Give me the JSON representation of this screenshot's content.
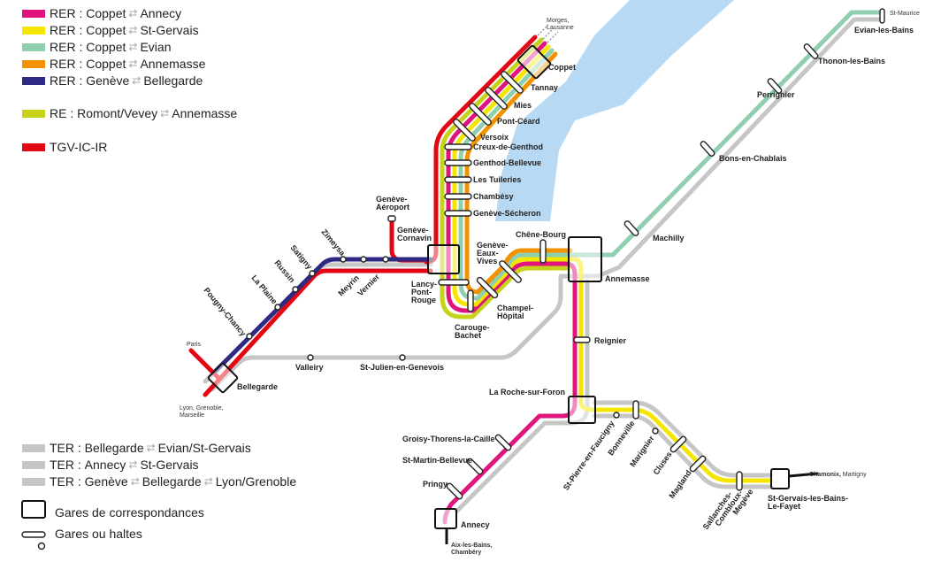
{
  "colors": {
    "pink": "#e0147f",
    "yellow": "#f5e600",
    "teal": "#8fcfb0",
    "orange": "#f39200",
    "blue": "#2e2a83",
    "lime": "#c6d31a",
    "red": "#e30613",
    "gray": "#c6c6c6",
    "lake": "#b8d9f3"
  },
  "legend_top": [
    {
      "service": "RER :",
      "from": "Coppet",
      "to": "Annecy",
      "color": "#e0147f"
    },
    {
      "service": "RER :",
      "from": "Coppet",
      "to": "St-Gervais",
      "color": "#f5e600"
    },
    {
      "service": "RER :",
      "from": "Coppet",
      "to": "Evian",
      "color": "#8fcfb0"
    },
    {
      "service": "RER :",
      "from": "Coppet",
      "to": "Annemasse",
      "color": "#f39200"
    },
    {
      "service": "RER :",
      "from": "Genève",
      "to": "Bellegarde",
      "color": "#2e2a83"
    },
    {
      "service": "RE :",
      "from": "Romont/Vevey",
      "to": "Annemasse",
      "color": "#c6d31a"
    },
    {
      "service": "TGV-IC-IR",
      "color": "#e30613"
    }
  ],
  "legend_bottom": [
    {
      "service": "TER :",
      "from": "Bellegarde",
      "to": "Evian/St-Gervais"
    },
    {
      "service": "TER :",
      "from": "Annecy",
      "to": "St-Gervais"
    },
    {
      "service": "TER :",
      "from": "Genève",
      "to": "Bellegarde",
      "to2": "Lyon/Grenoble"
    }
  ],
  "legend_symbols": {
    "hub": "Gares de correspondances",
    "halt": "Gares ou haltes"
  },
  "stations": {
    "coppet": "Coppet",
    "tannay": "Tannay",
    "mies": "Mies",
    "pont_ceard": "Pont-Céard",
    "versoix": "Versoix",
    "creux": "Creux-de-Genthod",
    "genthod": "Genthod-Bellevue",
    "tuileries": "Les Tuileries",
    "chambesy": "Chambésy",
    "secheron": "Genève-Sécheron",
    "aeroport": [
      "Genève-",
      "Aéroport"
    ],
    "cornavin": [
      "Genève-",
      "Cornavin"
    ],
    "eaux_vives": [
      "Genève-",
      "Eaux-",
      "Vives"
    ],
    "chene_bourg": "Chêne-Bourg",
    "annemasse": "Annemasse",
    "lancy": [
      "Lancy-",
      "Pont-",
      "Rouge"
    ],
    "champel": [
      "Champel-",
      "Hôpital"
    ],
    "carouge": [
      "Carouge-",
      "Bachet"
    ],
    "machilly": "Machilly",
    "bons": "Bons-en-Chablais",
    "perrignier": "Perrignier",
    "thonon": "Thonon-les-Bains",
    "evian": "Evian-les-Bains",
    "reignier": "Reignier",
    "la_roche": "La Roche-sur-Foron",
    "groisy": "Groisy-Thorens-la-Caille",
    "st_martin": "St-Martin-Bellevue",
    "pringy": "Pringy",
    "annecy": "Annecy",
    "st_pierre": "St-Pierre-en-Faucigny",
    "bonneville": "Bonneville",
    "marignier": "Marignier",
    "cluses": "Cluses",
    "magland": "Magland",
    "sallanches": [
      "Sallanches-",
      "Combloux-",
      "Megève"
    ],
    "st_gervais": [
      "St-Gervais-les-Bains-",
      "Le-Fayet"
    ],
    "zimeysa": "Zimeysa",
    "satigny": "Satigny",
    "russin": "Russin",
    "la_plaine": "La Plaine",
    "pougny": "Pougny-Chancy",
    "meyrin": "Meyrin",
    "vernier": "Vernier",
    "bellegarde": "Bellegarde",
    "valleiry": "Valleiry",
    "st_julien": "St-Julien-en-Genevois"
  },
  "destinations": {
    "morges": [
      "Morges,",
      "Lausanne"
    ],
    "st_maurice": "St-Maurice",
    "paris": "Paris",
    "lyon": [
      "Lyon, Grenoble,",
      "Marseille"
    ],
    "aix": [
      "Aix-les-Bains,",
      "Chambéry"
    ],
    "chamonix_a": "Chamonix,",
    "chamonix_b": " Martigny"
  }
}
